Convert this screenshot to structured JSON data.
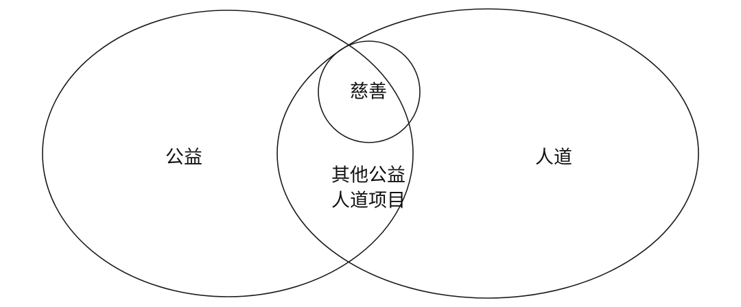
{
  "diagram": {
    "type": "venn",
    "sets": {
      "left": {
        "label": "公益"
      },
      "right": {
        "label": "人道"
      },
      "overlap": {
        "label_lines": [
          "其他公益",
          "人道项目"
        ]
      },
      "inner": {
        "label": "慈善"
      }
    },
    "colors": {
      "stroke": "#1a1a1a",
      "text": "#111111",
      "background": "#ffffff"
    }
  }
}
